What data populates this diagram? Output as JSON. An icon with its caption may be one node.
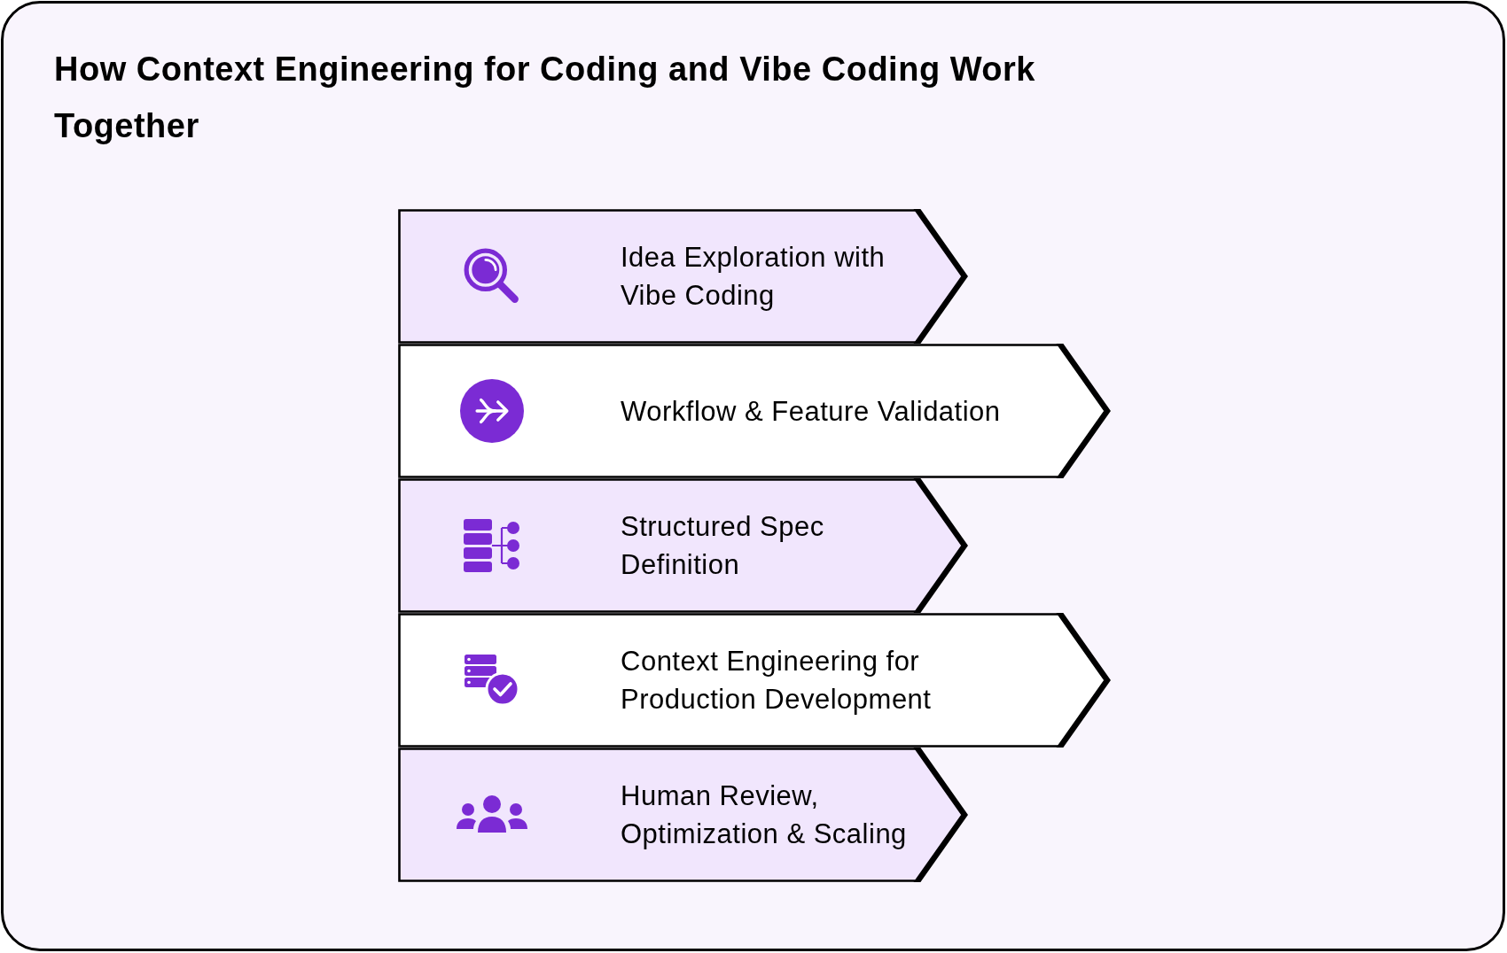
{
  "diagram": {
    "title": "How Context Engineering for Coding and Vibe Coding Work Together",
    "nodes": [
      {
        "text": [
          "Idea Exploration with Vibe Coding"
        ]
      },
      {
        "text": [
          "Workflow & Feature Validation"
        ]
      },
      {
        "text": [
          "Structured Spec Definition"
        ]
      },
      {
        "text": [
          "Context Engineering for Production Development"
        ]
      },
      {
        "text": [
          "Human Review, Optimization & Scaling"
        ]
      }
    ]
  }
}
